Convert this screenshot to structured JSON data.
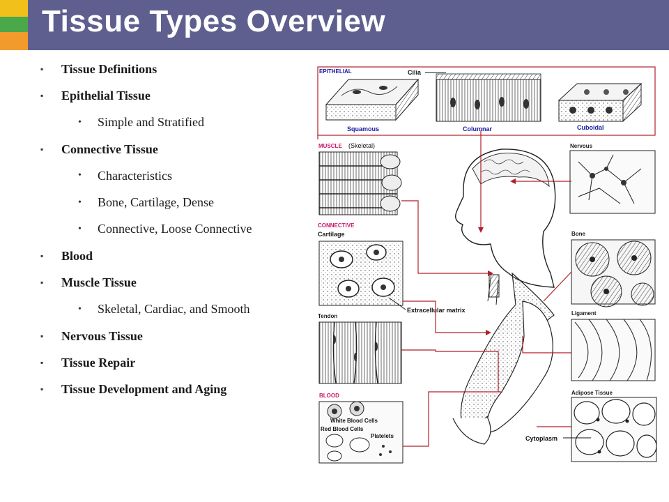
{
  "slide": {
    "title": "Tissue Types Overview",
    "outline": [
      {
        "level": 1,
        "text": "Tissue Definitions"
      },
      {
        "level": 1,
        "text": "Epithelial Tissue"
      },
      {
        "level": 2,
        "text": "Simple and Stratified"
      },
      {
        "level": 1,
        "text": "Connective Tissue"
      },
      {
        "level": 2,
        "text": "Characteristics"
      },
      {
        "level": 2,
        "text": "Bone, Cartilage, Dense"
      },
      {
        "level": 2,
        "text": "Connective, Loose Connective"
      },
      {
        "level": 1,
        "text": "Blood"
      },
      {
        "level": 1,
        "text": "Muscle Tissue"
      },
      {
        "level": 2,
        "text": "Skeletal, Cardiac, and Smooth"
      },
      {
        "level": 1,
        "text": "Nervous Tissue"
      },
      {
        "level": 1,
        "text": "Tissue Repair"
      },
      {
        "level": 1,
        "text": "Tissue Development  and Aging"
      }
    ]
  },
  "figure": {
    "labels": {
      "epithelial": "EPITHELIAL",
      "cilia": "Cilia",
      "squamous": "Squamous",
      "columnar": "Columnar",
      "cuboidal": "Cuboidal",
      "muscle": "MUSCLE",
      "skeletal": "(Skeletal)",
      "nervous": "Nervous",
      "connective": "CONNECTIVE",
      "cartilage": "Cartilage",
      "bone": "Bone",
      "extracellular": "Extracellular matrix",
      "tendon": "Tendon",
      "ligament": "Ligament",
      "adipose": "Adipose Tissue",
      "blood": "BLOOD",
      "wbc": "White Blood Cells",
      "rbc": "Red Blood Cells",
      "platelets": "Platelets",
      "cytoplasm": "Cytoplasm"
    },
    "colors": {
      "label_red": "#c8186a",
      "label_blue": "#1a1aa0",
      "leader_red": "#b01e2a",
      "title_bar": "#5f5f8f"
    }
  }
}
